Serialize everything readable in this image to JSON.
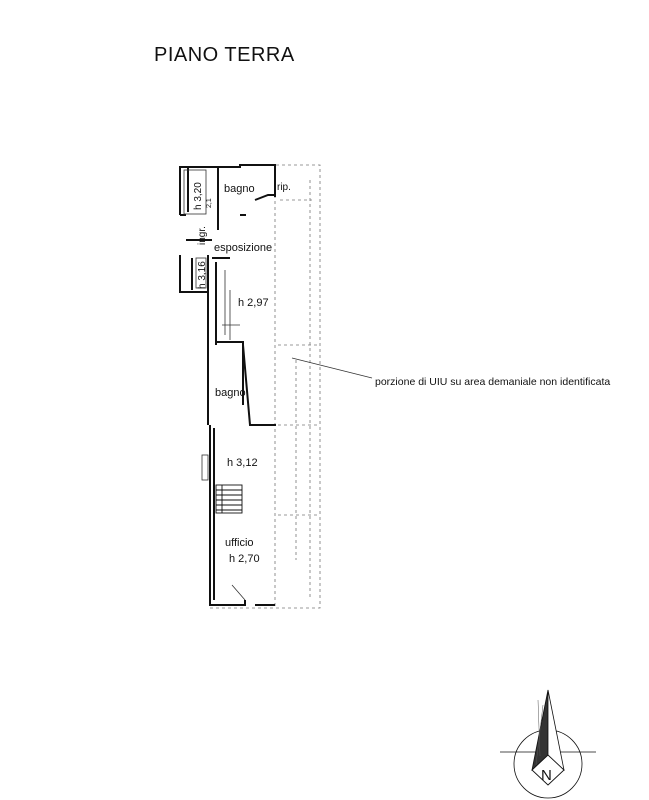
{
  "title": "PIANO TERRA",
  "rooms": {
    "bagno_top": "bagno",
    "rip": "rip.",
    "h_320": "h 3,20",
    "small_dim": "2,1",
    "ingr": "ingr.",
    "esposizione": "esposizione",
    "h_316": "h 3,16",
    "h_297": "h 2,97",
    "bagno_mid": "bagno",
    "h_312": "h 3,12",
    "ufficio": "ufficio",
    "h_270": "h 2,70"
  },
  "annotation": "porzione di UIU su area demaniale non identificata",
  "compass": {
    "north_label": "N",
    "icon": "north-arrow-icon"
  }
}
